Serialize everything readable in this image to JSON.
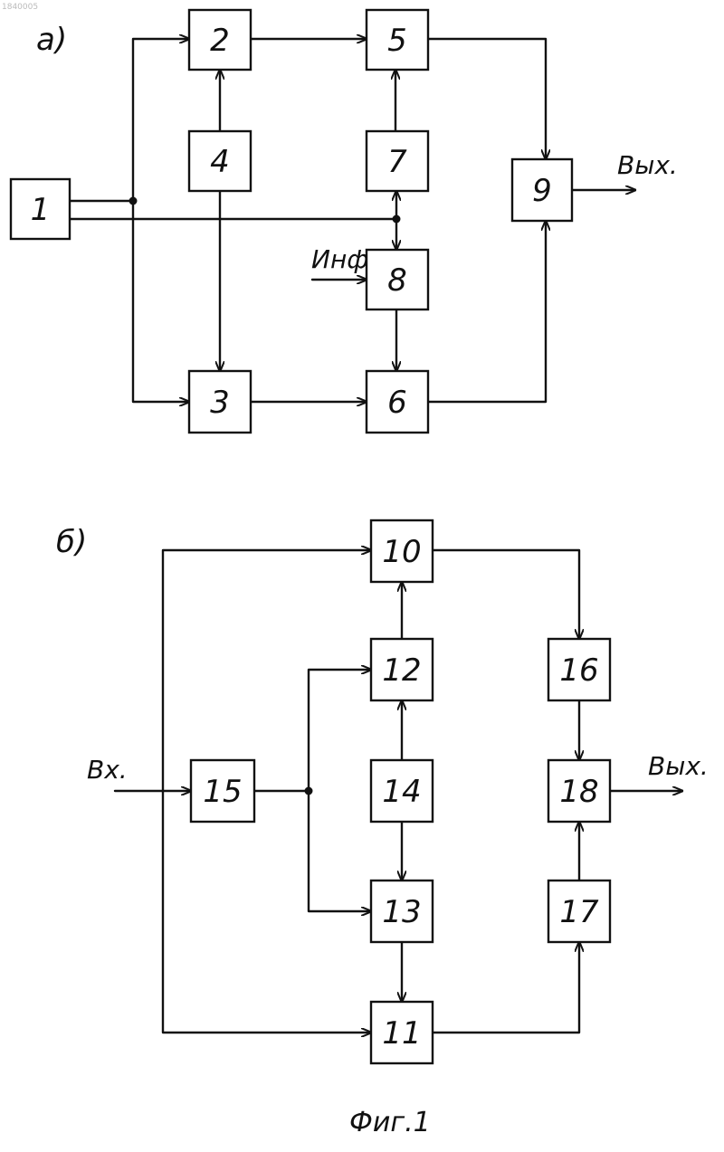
{
  "corner_mark": "1840005",
  "figure_caption": "Фиг.1",
  "diagram_a": {
    "title": "а)",
    "info_label": "Инф",
    "output_label": "Вых.",
    "blocks": [
      "1",
      "2",
      "3",
      "4",
      "5",
      "6",
      "7",
      "8",
      "9"
    ]
  },
  "diagram_b": {
    "title": "б)",
    "input_label": "Вх.",
    "output_label": "Вых.",
    "blocks": [
      "10",
      "11",
      "12",
      "13",
      "14",
      "15",
      "16",
      "17",
      "18"
    ]
  }
}
